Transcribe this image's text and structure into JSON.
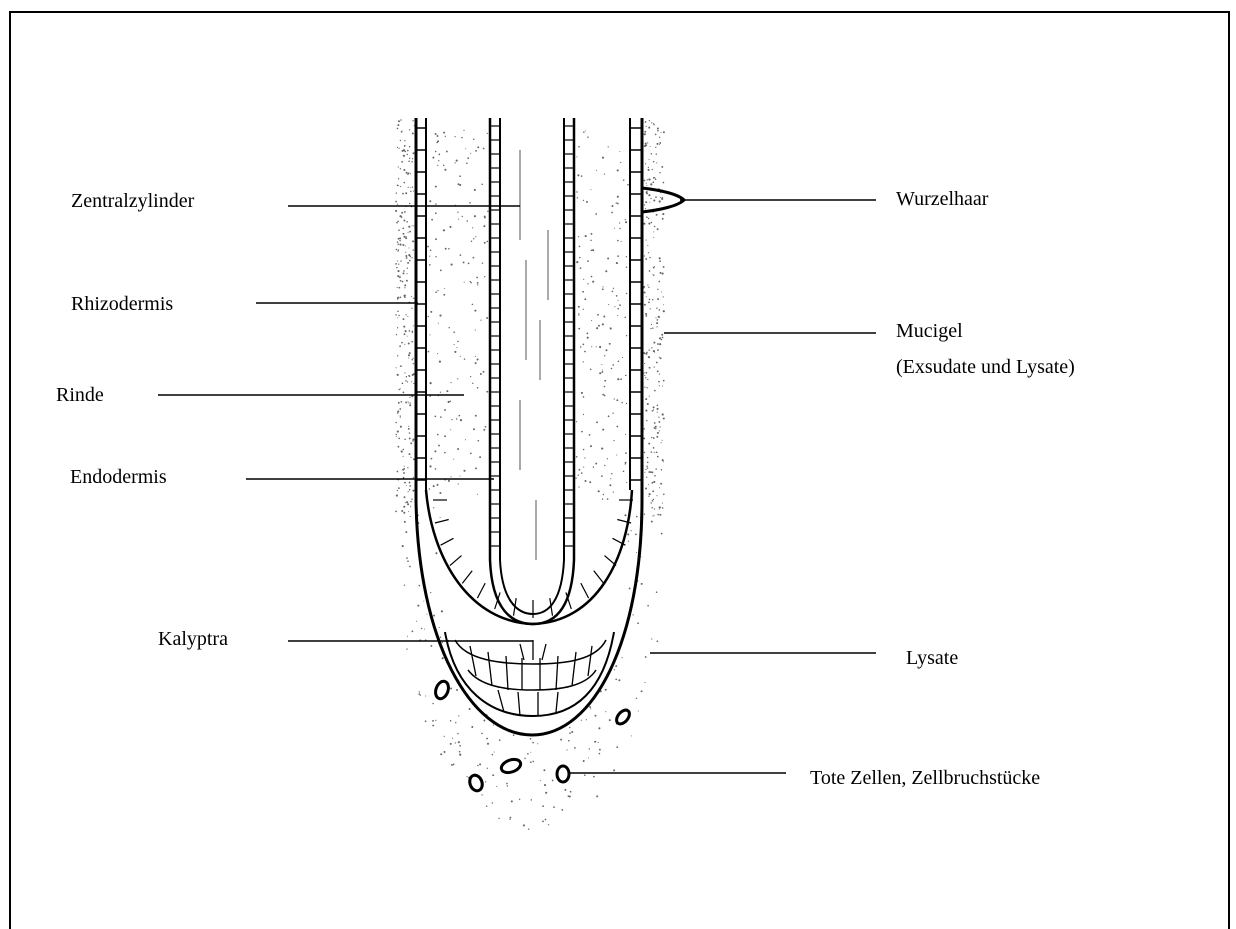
{
  "diagram": {
    "labels_left": {
      "zentralzylinder": "Zentralzylinder",
      "rhizodermis": "Rhizodermis",
      "rinde": "Rinde",
      "endodermis": "Endodermis",
      "kalyptra": "Kalyptra"
    },
    "labels_right": {
      "wurzelhaar": "Wurzelhaar",
      "mucigel_line1": "Mucigel",
      "mucigel_line2": "(Exsudate und Lysate)",
      "lysate": "Lysate",
      "tote_zellen": "Tote Zellen, Zellbruchstücke"
    }
  }
}
